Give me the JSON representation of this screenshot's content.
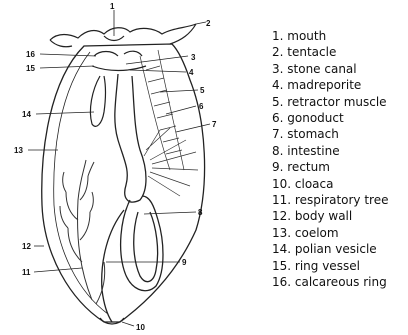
{
  "callouts": [
    "1",
    "2",
    "3",
    "4",
    "5",
    "6",
    "7",
    "8",
    "9",
    "10",
    "11",
    "12",
    "13",
    "14",
    "15",
    "16"
  ],
  "legend": [
    "1. mouth",
    "2. tentacle",
    "3. stone canal",
    "4. madreporite",
    "5. retractor muscle",
    "6. gonoduct",
    "7. stomach",
    "8. intestine",
    "9. rectum",
    "10. cloaca",
    "11. respiratory tree",
    "12. body wall",
    "13. coelom",
    "14. polian vesicle",
    "15. ring vessel",
    "16. calcareous ring"
  ]
}
